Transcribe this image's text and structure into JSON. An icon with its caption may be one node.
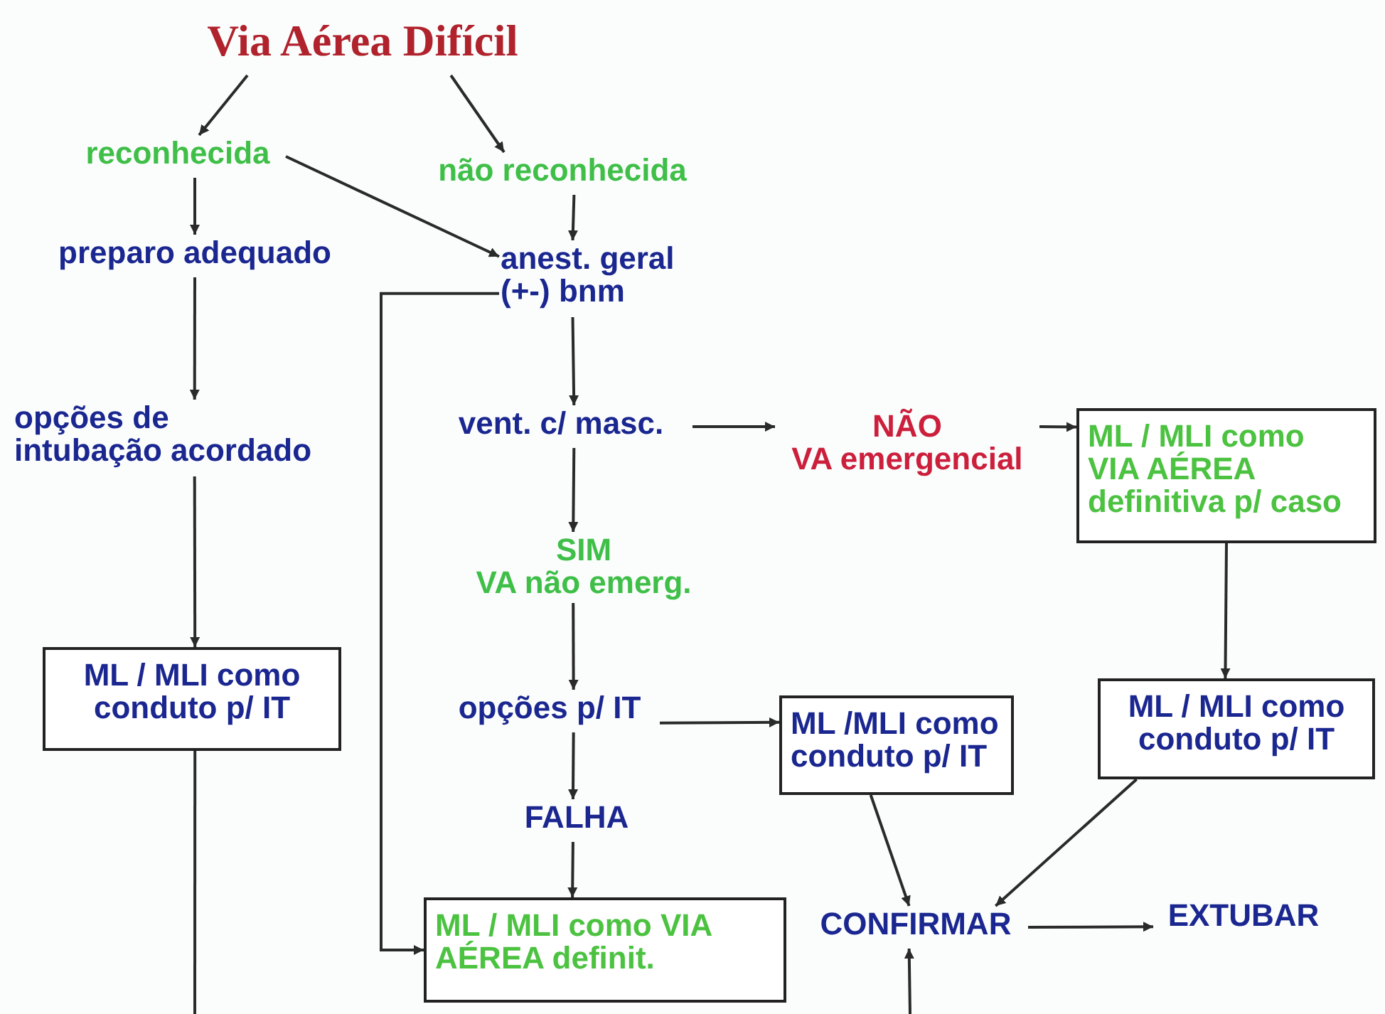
{
  "diagram": {
    "nodes": [
      {
        "text": [
          "Via Aérea Difícil"
        ]
      },
      {
        "text": [
          "reconhecida"
        ]
      },
      {
        "text": [
          "não reconhecida"
        ]
      },
      {
        "text": [
          "preparo adequado"
        ]
      },
      {
        "text": [
          "anest. geral (+-) bnm"
        ]
      },
      {
        "text": [
          "opções de intubação acordado"
        ]
      },
      {
        "text": [
          "vent. c/ masc."
        ]
      },
      {
        "text": [
          "NÃO",
          "VA emergencial"
        ]
      },
      {
        "text": [
          "ML / MLI como VIA AÉREA definitiva p/ caso"
        ]
      },
      {
        "text": [
          "SIM",
          "VA não emerg."
        ]
      },
      {
        "text": [
          "ML / MLI como conduto p/ IT"
        ]
      },
      {
        "text": [
          "opções p/ IT"
        ]
      },
      {
        "text": [
          "ML /MLI como conduto p/ IT"
        ]
      },
      {
        "text": [
          "ML / MLI como conduto p/ IT"
        ]
      },
      {
        "text": [
          "FALHA"
        ]
      },
      {
        "text": [
          "ML / MLI como VIA AÉREA definit."
        ]
      },
      {
        "text": [
          "CONFIRMAR"
        ]
      },
      {
        "text": [
          "EXTUBAR"
        ]
      }
    ],
    "edges": [
      {
        "from": 0,
        "to": 1,
        "arrow": "to"
      },
      {
        "from": 0,
        "to": 2,
        "arrow": "to"
      },
      {
        "from": 1,
        "to": 3,
        "arrow": "to"
      },
      {
        "from": 1,
        "to": 4,
        "arrow": "to"
      },
      {
        "from": 2,
        "to": 4,
        "arrow": "to"
      },
      {
        "from": 3,
        "to": 5,
        "arrow": "to"
      },
      {
        "from": 4,
        "to": 6,
        "arrow": "to"
      },
      {
        "from": 4,
        "to": 15,
        "arrow": "to"
      },
      {
        "from": 5,
        "to": 10,
        "arrow": "to"
      },
      {
        "from": 6,
        "to": 7,
        "arrow": "to"
      },
      {
        "from": 7,
        "to": 8,
        "arrow": "to"
      },
      {
        "from": 6,
        "to": 9,
        "arrow": "to"
      },
      {
        "from": 9,
        "to": 11,
        "arrow": "to"
      },
      {
        "from": 8,
        "to": 13,
        "arrow": "to"
      },
      {
        "from": 11,
        "to": 12,
        "arrow": "to"
      },
      {
        "from": 11,
        "to": 14,
        "arrow": "to"
      },
      {
        "from": 14,
        "to": 15,
        "arrow": "to"
      },
      {
        "from": 12,
        "to": 16,
        "arrow": "to"
      },
      {
        "from": 13,
        "to": 16,
        "arrow": "to"
      },
      {
        "from": 16,
        "to": 17,
        "arrow": "to"
      },
      {
        "from": 10,
        "to": null,
        "arrow": "none"
      },
      {
        "from": null,
        "to": 16,
        "arrow": "to"
      }
    ]
  }
}
